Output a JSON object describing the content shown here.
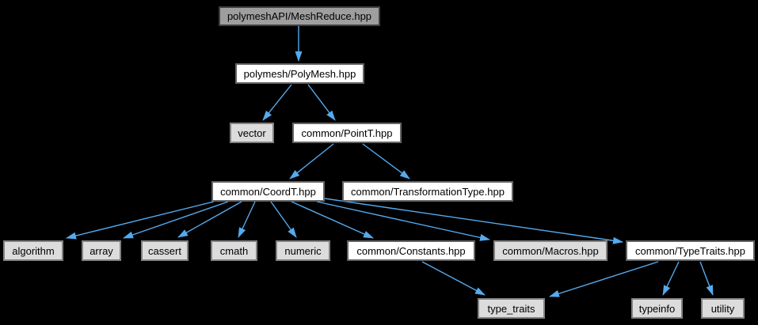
{
  "diagram": {
    "kind": "include-dependency-graph",
    "root_file": "polymeshAPI/MeshReduce.hpp"
  },
  "colors": {
    "background": "#000000",
    "edge": "#55aaee",
    "root_fill": "#9e9e9e",
    "root_border": "#3f3f3f",
    "node_fill": "#ffffff",
    "node_border": "#646464",
    "leaf_fill": "#dcdcdc",
    "leaf_border": "#828282",
    "text": "#000000"
  },
  "nodes": {
    "meshreduce": {
      "label": "polymeshAPI/MeshReduce.hpp",
      "style": "root"
    },
    "polymesh": {
      "label": "polymesh/PolyMesh.hpp",
      "style": "white"
    },
    "vector": {
      "label": "vector",
      "style": "leaf"
    },
    "pointt": {
      "label": "common/PointT.hpp",
      "style": "white"
    },
    "coordt": {
      "label": "common/CoordT.hpp",
      "style": "white"
    },
    "transformation": {
      "label": "common/TransformationType.hpp",
      "style": "white"
    },
    "algorithm": {
      "label": "algorithm",
      "style": "leaf"
    },
    "array": {
      "label": "array",
      "style": "leaf"
    },
    "cassert": {
      "label": "cassert",
      "style": "leaf"
    },
    "cmath": {
      "label": "cmath",
      "style": "leaf"
    },
    "numeric": {
      "label": "numeric",
      "style": "leaf"
    },
    "constants": {
      "label": "common/Constants.hpp",
      "style": "white"
    },
    "macros": {
      "label": "common/Macros.hpp",
      "style": "leaf"
    },
    "typetraits": {
      "label": "common/TypeTraits.hpp",
      "style": "white"
    },
    "type_traits": {
      "label": "type_traits",
      "style": "leaf"
    },
    "typeinfo": {
      "label": "typeinfo",
      "style": "leaf"
    },
    "utility": {
      "label": "utility",
      "style": "leaf"
    }
  },
  "edges": [
    {
      "from": "meshreduce",
      "to": "polymesh"
    },
    {
      "from": "polymesh",
      "to": "vector"
    },
    {
      "from": "polymesh",
      "to": "pointt"
    },
    {
      "from": "pointt",
      "to": "coordt"
    },
    {
      "from": "pointt",
      "to": "transformation"
    },
    {
      "from": "coordt",
      "to": "algorithm"
    },
    {
      "from": "coordt",
      "to": "array"
    },
    {
      "from": "coordt",
      "to": "cassert"
    },
    {
      "from": "coordt",
      "to": "cmath"
    },
    {
      "from": "coordt",
      "to": "numeric"
    },
    {
      "from": "coordt",
      "to": "constants"
    },
    {
      "from": "coordt",
      "to": "macros"
    },
    {
      "from": "coordt",
      "to": "typetraits"
    },
    {
      "from": "constants",
      "to": "type_traits"
    },
    {
      "from": "typetraits",
      "to": "type_traits"
    },
    {
      "from": "typetraits",
      "to": "typeinfo"
    },
    {
      "from": "typetraits",
      "to": "utility"
    }
  ]
}
